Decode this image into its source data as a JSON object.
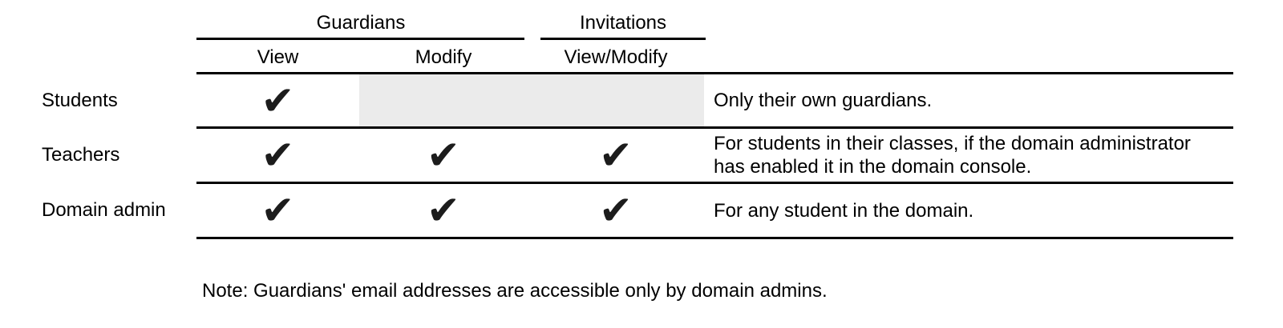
{
  "table": {
    "check_glyph": "✔",
    "column_groups": [
      {
        "label": "Guardians",
        "columns": [
          "View",
          "Modify"
        ]
      },
      {
        "label": "Invitations",
        "columns": [
          "View/Modify"
        ]
      }
    ],
    "sub_columns": [
      "View",
      "Modify",
      "View/Modify"
    ],
    "rows": [
      {
        "label": "Students",
        "permissions": {
          "view": true,
          "modify": false,
          "view_modify": false
        },
        "modify_cells_shaded": true,
        "note_lines": [
          "Only their own guardians."
        ]
      },
      {
        "label": "Teachers",
        "permissions": {
          "view": true,
          "modify": true,
          "view_modify": true
        },
        "modify_cells_shaded": false,
        "note_lines": [
          "For students in their classes, if the domain administrator",
          "has enabled it in the domain console."
        ]
      },
      {
        "label": "Domain admin",
        "permissions": {
          "view": true,
          "modify": true,
          "view_modify": true
        },
        "modify_cells_shaded": false,
        "note_lines": [
          "For any student in the domain."
        ]
      }
    ]
  },
  "footnote": "Note: Guardians' email addresses are accessible only by domain admins.",
  "colors": {
    "text": "#000000",
    "check": "#1c1c1c",
    "rule": "#000000",
    "shaded_cell": "#ebebeb",
    "background": "#ffffff"
  }
}
